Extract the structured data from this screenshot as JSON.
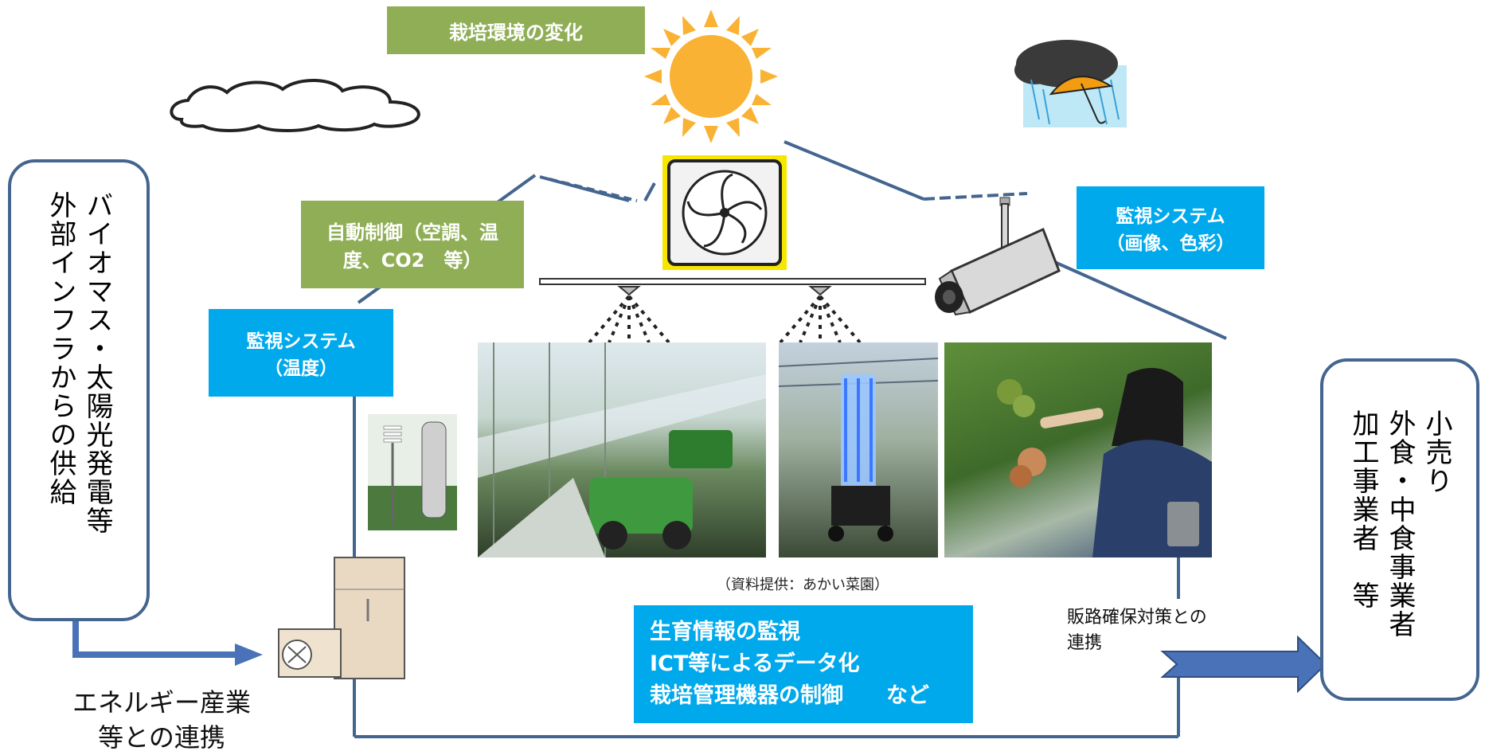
{
  "top_label": "栽培環境の変化",
  "auto_control": [
    "自動制御（空調、温",
    "度、CO2　等）"
  ],
  "monitor_temp": [
    "監視システム",
    "（温度）"
  ],
  "monitor_image": [
    "監視システム",
    "（画像、色彩）"
  ],
  "left_box": [
    "外部インフラからの供給",
    "バイオマス・太陽光発電等"
  ],
  "right_box": [
    "加工事業者　等",
    "外食・中食事業者",
    "小売り"
  ],
  "center_box": [
    "生育情報の監視",
    "ICT等によるデータ化",
    "栽培管理機器の制御　　など"
  ],
  "photo_credit": "（資料提供：あかい菜園）",
  "energy_link": [
    "エネルギー産業",
    "等との連携"
  ],
  "sales_link": [
    "販路確保対策との",
    "連携"
  ],
  "colors": {
    "green_box": "#8fae55",
    "blue_box": "#00a9ec",
    "house_line": "#44658f",
    "arrow": "#4a72b8",
    "sun": "#f9b233"
  },
  "icons": [
    "cloud-icon",
    "sun-icon",
    "rain-umbrella-icon",
    "ventilation-fan-icon",
    "sprinkler-icon",
    "security-camera-icon",
    "weather-sensor-icon",
    "heat-pump-icon"
  ]
}
